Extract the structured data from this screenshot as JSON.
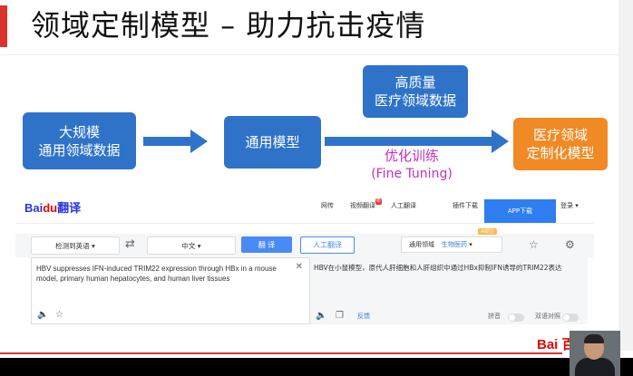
{
  "slide": {
    "title": "领域定制模型 – 助力抗击疫情",
    "flow": {
      "box1_line1": "大规模",
      "box1_line2": "通用领域数据",
      "box2": "通用模型",
      "box3_line1": "高质量",
      "box3_line2": "医疗领域数据",
      "box4_line1": "医疗领域",
      "box4_line2": "定制化模型",
      "fine_tuning_cn": "优化训练",
      "fine_tuning_en": "(Fine Tuning)"
    },
    "colors": {
      "blue_box": "#2f73c9",
      "orange_box": "#f08a24",
      "arrow": "#2f73c9",
      "fine_tuning_text": "#c42fc4",
      "accent": "#d9342b"
    }
  },
  "baidu_translate": {
    "logo_text": "Bai",
    "logo_red": "du",
    "logo_suffix": "翻译",
    "nav": {
      "link1": "网传",
      "link2": "视频翻译",
      "link3": "人工翻译",
      "link4": "插件下载",
      "app_download": "APP下载",
      "login": "登录 ▾",
      "badge": "新"
    },
    "toolbar": {
      "source_lang": "检测到英语",
      "target_lang": "中文",
      "translate_btn": "翻  译",
      "human_btn": "人工翻译",
      "domain_label": "通用领域",
      "domain_value": "生物医药",
      "assist_badge": "AI助力"
    },
    "source_text": "HBV suppresses IFN-induced TRIM22 expression through HBx in a mouse model, primary human hepatocytes, and human liver tissues",
    "target_text": "HBV在小鼠模型，原代人肝细胞和人肝组织中通过HBx抑制IFN诱导的TRIM22表达",
    "feedback": "反馈",
    "pinyin_label": "拼音",
    "bilingual_label": "双语对照"
  },
  "footer": {
    "corner_logo": "Bai 百度"
  }
}
